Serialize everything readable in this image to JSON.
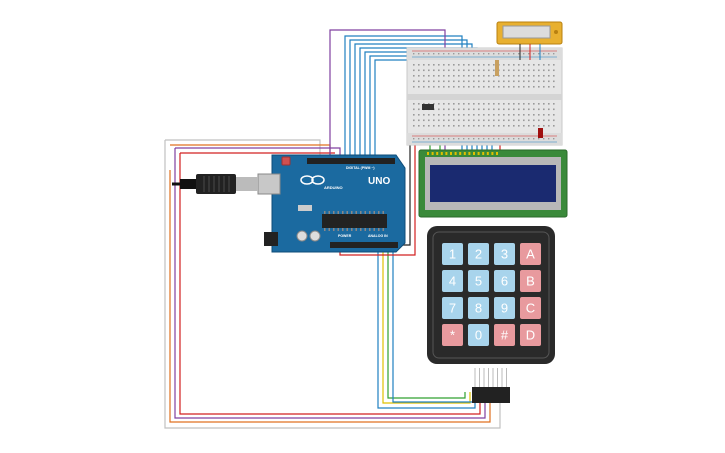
{
  "board": {
    "logo_text": "UNO",
    "chip_text": "ARDUINO",
    "digital_label": "DIGITAL (PWM ~)",
    "analog_label": "ANALOG IN",
    "power_label": "POWER"
  },
  "keypad": {
    "rows": [
      [
        "1",
        "2",
        "3",
        "A"
      ],
      [
        "4",
        "5",
        "6",
        "B"
      ],
      [
        "7",
        "8",
        "9",
        "C"
      ],
      [
        "*",
        "0",
        "#",
        "D"
      ]
    ],
    "num_key_color": "#a8d4ec",
    "letter_key_color": "#e89a9e"
  },
  "colors": {
    "board": "#1b6aa0",
    "lcd_pcb": "#3a8a3a",
    "lcd_screen": "#1a2a70",
    "breadboard": "#e6e6e6",
    "keypad_body": "#2a2a2a",
    "wire_red": "#d22020",
    "wire_blue": "#2080c0",
    "wire_purple": "#8040a0",
    "wire_orange": "#e07020",
    "wire_yellow": "#e0c000",
    "wire_green": "#30a030"
  }
}
